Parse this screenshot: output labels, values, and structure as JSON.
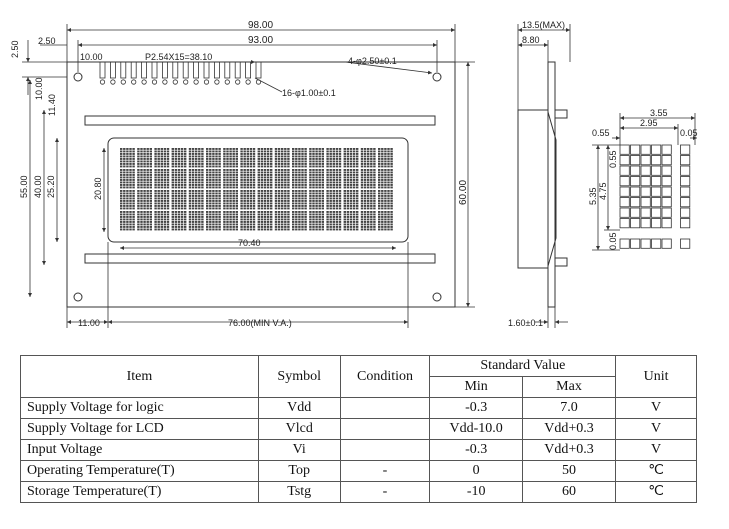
{
  "drawing": {
    "front_dims": {
      "overall_width": "98.00",
      "hole_pitch_width": "93.00",
      "left_margin": "2.50",
      "top_margin": "2.50",
      "pin_offset": "10.00",
      "pin_pitch": "P2.54X15=38.10",
      "mount_hole": "4-φ2.50±0.1",
      "pin_hole": "16-φ1.00±0.1",
      "va_height_side": "10.00",
      "va_offset_side": "11.40",
      "outline_height": "55.00",
      "va_height": "40.00",
      "aa_height": "25.20",
      "dot_height": "20.80",
      "total_height": "60.00",
      "dot_width": "70.40",
      "va_left": "11.00",
      "va_width": "76.00(MIN V.A.)"
    },
    "side_dims": {
      "max_thickness": "13.5(MAX)",
      "body_thickness": "8.80",
      "pcb_thickness": "1.60±0.1"
    },
    "char_dims": {
      "cell_width": "3.55",
      "dots_width": "2.95",
      "dot_size_left": "0.55",
      "dot_gap": "0.05",
      "dot_size_v": "0.55",
      "cell_height": "5.35",
      "dots_height": "4.75",
      "gap_bottom": "0.05"
    }
  },
  "table": {
    "headers": {
      "item": "Item",
      "symbol": "Symbol",
      "condition": "Condition",
      "standard_value": "Standard Value",
      "min": "Min",
      "max": "Max",
      "unit": "Unit"
    },
    "rows": [
      {
        "item": "Supply Voltage for logic",
        "symbol": "Vdd",
        "condition": "",
        "min": "-0.3",
        "max": "7.0",
        "unit": "V"
      },
      {
        "item": "Supply Voltage for LCD",
        "symbol": "Vlcd",
        "condition": "",
        "min": "Vdd-10.0",
        "max": "Vdd+0.3",
        "unit": "V"
      },
      {
        "item": "Input Voltage",
        "symbol": "Vi",
        "condition": "",
        "min": "-0.3",
        "max": "Vdd+0.3",
        "unit": "V"
      },
      {
        "item": "Operating Temperature(T)",
        "symbol": "Top",
        "condition": "-",
        "min": "0",
        "max": "50",
        "unit": "℃"
      },
      {
        "item": "Storage Temperature(T)",
        "symbol": "Tstg",
        "condition": "-",
        "min": "-10",
        "max": "60",
        "unit": "℃"
      }
    ]
  }
}
